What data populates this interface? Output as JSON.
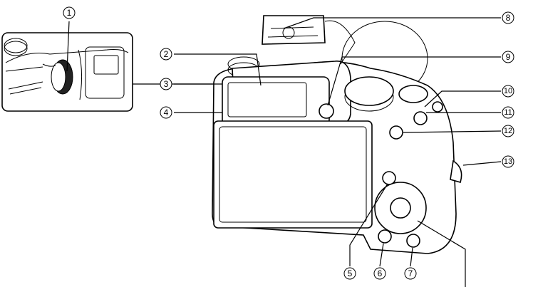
{
  "callouts": [
    {
      "id": "c1",
      "num": "1"
    },
    {
      "id": "c2",
      "num": "2"
    },
    {
      "id": "c3",
      "num": "3"
    },
    {
      "id": "c4",
      "num": "4"
    },
    {
      "id": "c5",
      "num": "5"
    },
    {
      "id": "c6",
      "num": "6"
    },
    {
      "id": "c7",
      "num": "7"
    },
    {
      "id": "c8",
      "num": "8"
    },
    {
      "id": "c9",
      "num": "9"
    },
    {
      "id": "c10",
      "num": "10"
    },
    {
      "id": "c11",
      "num": "11"
    },
    {
      "id": "c12",
      "num": "12"
    },
    {
      "id": "c13",
      "num": "13"
    }
  ]
}
